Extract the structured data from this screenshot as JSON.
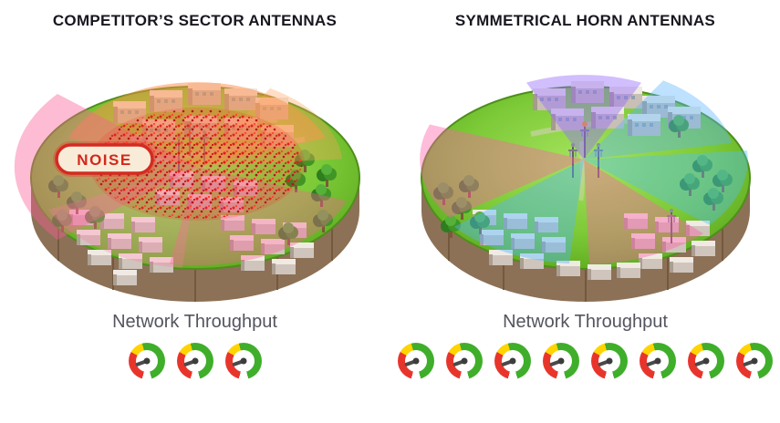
{
  "left": {
    "title": "COMPETITOR’S SECTOR ANTENNAS",
    "noise_label": "NOISE",
    "throughput_label": "Network Throughput",
    "gauge_count": 3
  },
  "right": {
    "title": "SYMMETRICAL HORN ANTENNAS",
    "throughput_label": "Network Throughput",
    "gauge_count": 8
  },
  "colors": {
    "island_green": "#7cc937",
    "island_base_brown": "#8c7157",
    "noise_red": "#d42b20",
    "noise_badge_fill": "#f8ecd8",
    "sector_pink": "#fa5f96",
    "sector_orange": "#ff8c46",
    "beam_blue": "#50b4fa",
    "beam_violet": "#966efa",
    "gauge_red": "#e8352c",
    "gauge_yellow": "#ffd400",
    "gauge_green": "#3fae2a"
  },
  "icons": {
    "gauge": "speedometer-gauge-icon",
    "tree": "tree-icon",
    "building": "building-icon",
    "mast": "antenna-mast-icon"
  }
}
